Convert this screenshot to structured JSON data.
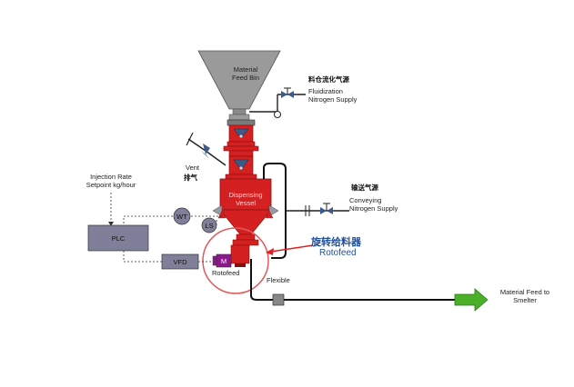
{
  "labels": {
    "bin": [
      "Material",
      "Feed Bin"
    ],
    "fluid_cn": "料仓流化气源",
    "fluid_en": [
      "Fluidization",
      "Nitrogen Supply"
    ],
    "vent_en": "Vent",
    "vent_cn": "排气",
    "inj": [
      "Injection Rate",
      "Setpoint kg/hour"
    ],
    "vessel": [
      "Dispensing",
      "Vessel"
    ],
    "wt": "WT",
    "ls": "LS",
    "plc": "PLC",
    "vfd": "VFD",
    "m": "M",
    "rotofeed_small": "Rotofeed",
    "conv_cn": "输送气源",
    "conv_en": [
      "Conveying",
      "Nitrogen Supply"
    ],
    "roto_cn": "旋转给料器",
    "roto_en": "Rotofeed",
    "flexible": "Flexible",
    "smelter": [
      "Material Feed to",
      "Smelter"
    ]
  },
  "colors": {
    "vessel_red": "#d42020",
    "bin_gray": "#9a9a9a",
    "valve_blue": "#3d5a8c",
    "box_fill": "#7f7f9a",
    "motor_purple": "#8a1a8a",
    "arrow_green": "#4caf2a",
    "highlight_red": "#e05a5a",
    "cn_blue": "#1f4e9a"
  }
}
